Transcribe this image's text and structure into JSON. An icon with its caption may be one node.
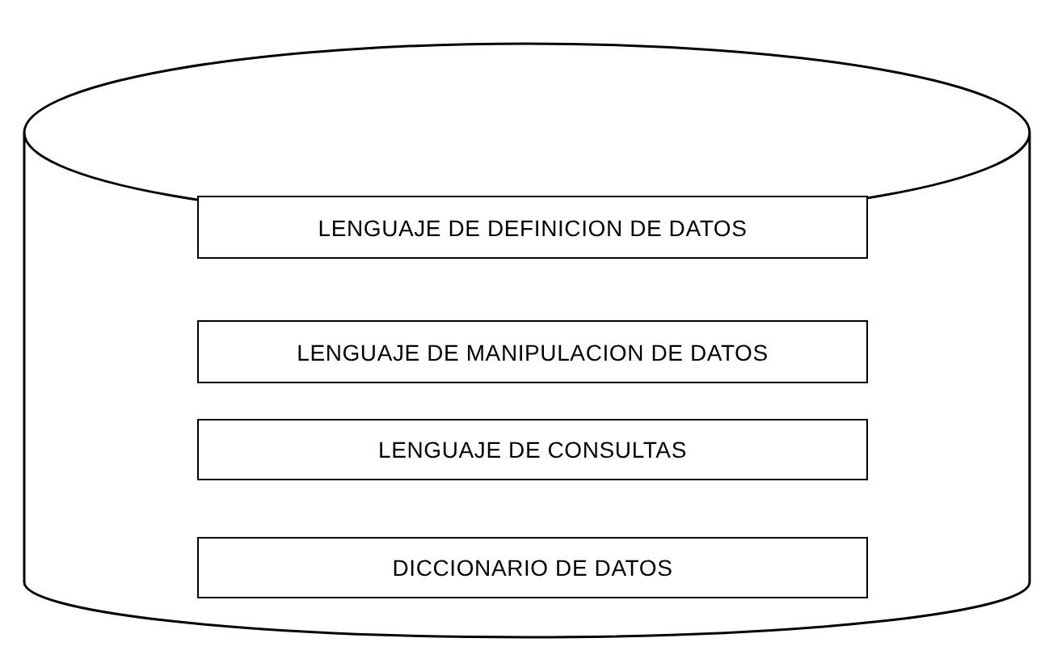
{
  "diagram": {
    "nodes": [
      {
        "text": [],
        "shape": "cylinder"
      },
      {
        "text": [
          "LENGUAJE DE DEFINICION DE DATOS"
        ],
        "in": 0
      },
      {
        "text": [
          "LENGUAJE DE MANIPULACION DE DATOS"
        ],
        "in": 0
      },
      {
        "text": [
          "LENGUAJE DE CONSULTAS"
        ],
        "in": 0
      },
      {
        "text": [
          "DICCIONARIO DE DATOS"
        ],
        "in": 0
      }
    ]
  }
}
